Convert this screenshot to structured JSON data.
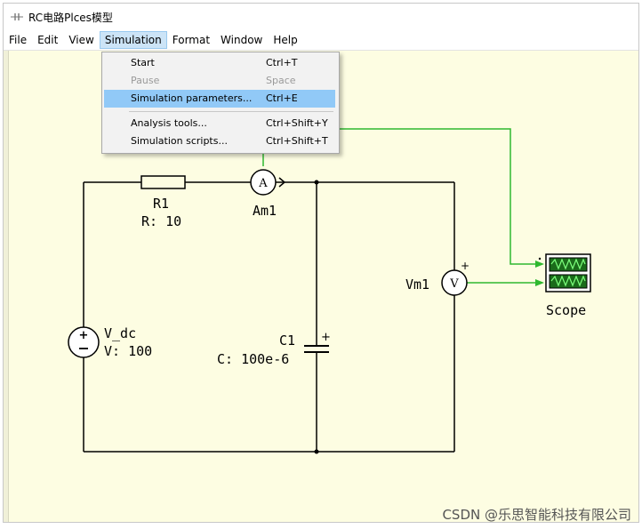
{
  "window": {
    "title": "RC电路Plces模型"
  },
  "menubar": {
    "items": [
      {
        "label": "File"
      },
      {
        "label": "Edit"
      },
      {
        "label": "View"
      },
      {
        "label": "Simulation"
      },
      {
        "label": "Format"
      },
      {
        "label": "Window"
      },
      {
        "label": "Help"
      }
    ],
    "active": "Simulation"
  },
  "simulation_menu": {
    "items": [
      {
        "label": "Start",
        "shortcut": "Ctrl+T",
        "enabled": true,
        "highlighted": false
      },
      {
        "label": "Pause",
        "shortcut": "Space",
        "enabled": false,
        "highlighted": false
      },
      {
        "label": "Simulation parameters...",
        "shortcut": "Ctrl+E",
        "enabled": true,
        "highlighted": true
      },
      {
        "label": "Analysis tools...",
        "shortcut": "Ctrl+Shift+Y",
        "enabled": true,
        "highlighted": false
      },
      {
        "label": "Simulation scripts...",
        "shortcut": "Ctrl+Shift+T",
        "enabled": true,
        "highlighted": false
      }
    ]
  },
  "schematic": {
    "resistor": {
      "name": "R1",
      "value": "R: 10"
    },
    "ammeter": {
      "name": "Am1",
      "symbol": "A"
    },
    "voltmeter": {
      "name": "Vm1",
      "symbol": "V"
    },
    "source": {
      "name": "V_dc",
      "value": "V: 100"
    },
    "capacitor": {
      "name": "C1",
      "value": "C: 100e-6"
    },
    "scope": {
      "name": "Scope"
    }
  },
  "colors": {
    "wire": "#000000",
    "signal": "#2fb82f",
    "canvas": "#fdfde2",
    "menu_highlight": "#91c9f7"
  },
  "watermark": "CSDN @乐思智能科技有限公司"
}
